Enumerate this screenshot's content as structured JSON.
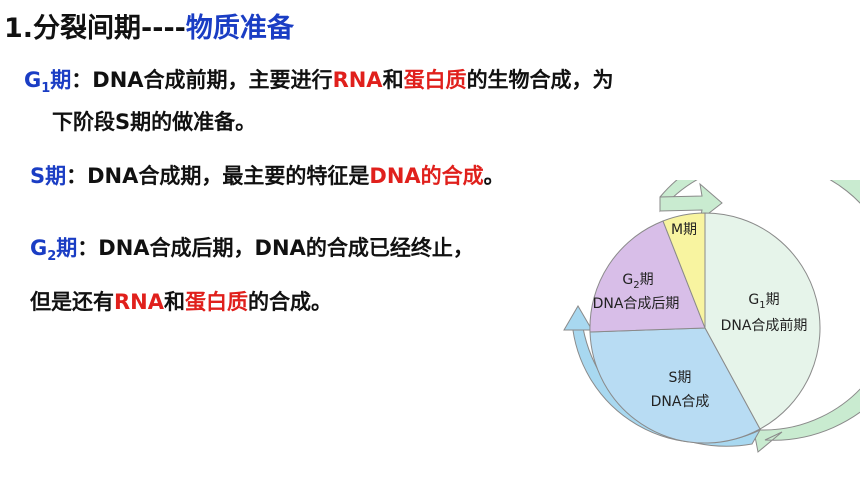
{
  "title": {
    "number": "1.",
    "prefix": "分裂间期----",
    "highlight": "物质准备"
  },
  "g1_desc": {
    "phase_letter": "G",
    "phase_sub": "1",
    "phase_suffix": "期",
    "colon_text": "：DNA合成前期，主要进行",
    "rna": "RNA",
    "and": "和",
    "protein": "蛋白质",
    "tail_line1": "的生物合成，为",
    "line2": "下阶段S期的做准备。"
  },
  "s_desc": {
    "phase": "S期",
    "text": "：DNA合成期，最主要的特征是",
    "highlight": "DNA的合成",
    "end": "。"
  },
  "g2_desc": {
    "phase_letter": "G",
    "phase_sub": "2",
    "phase_suffix": "期",
    "line1": "：DNA合成后期，DNA的合成已经终止，",
    "line2_prefix": "但是还有",
    "rna": "RNA",
    "and": "和",
    "protein": "蛋白质",
    "line2_end": "的合成。"
  },
  "diagram": {
    "m_label": "M期",
    "g2_label_letter": "G",
    "g2_label_sub": "2",
    "g2_label_suffix": "期",
    "g2_label_line2": "DNA合成后期",
    "g1_label_letter": "G",
    "g1_label_sub": "1",
    "g1_label_suffix": "期",
    "g1_label_line2": "DNA合成前期",
    "s_label_line1": "S期",
    "s_label_line2": "DNA合成",
    "colors": {
      "g1": "#e6f4ea",
      "s": "#b8dcf3",
      "g2": "#d8bee8",
      "m": "#f8f4a0",
      "arrow_green": "#c9ebd0",
      "arrow_blue": "#a8d8f0",
      "stroke": "#8a8a8a"
    }
  }
}
